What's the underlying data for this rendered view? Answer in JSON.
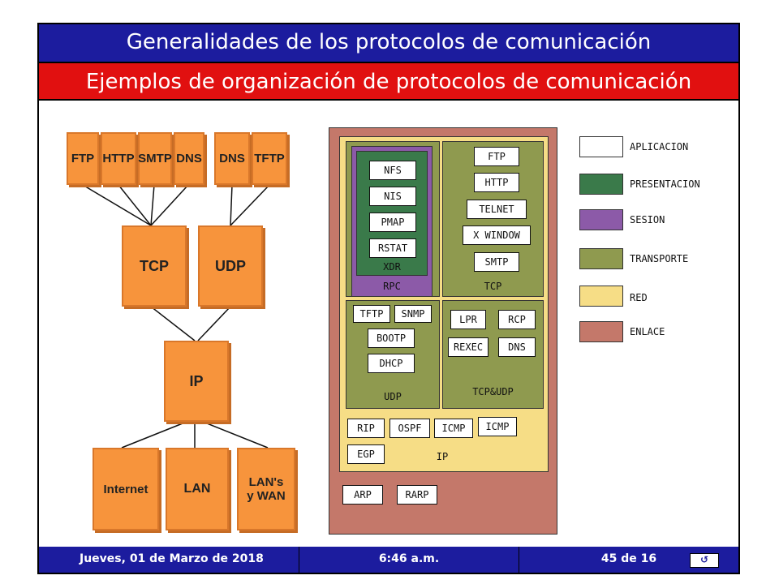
{
  "header": {
    "title": "Generalidades de los protocolos de comunicación",
    "subtitle": "Ejemplos de organización de protocolos de comunicación"
  },
  "left_diagram": {
    "top_protocols": [
      "FTP",
      "HTTP",
      "SMTP",
      "DNS",
      "DNS",
      "TFTP"
    ],
    "transport": [
      "TCP",
      "UDP"
    ],
    "network": "IP",
    "networks": [
      "Internet",
      "LAN",
      "LAN's\ny WAN"
    ]
  },
  "right_diagram": {
    "rpc_boxes": [
      "NFS",
      "NIS",
      "PMAP",
      "RSTAT"
    ],
    "xdr_label": "XDR",
    "rpc_label": "RPC",
    "tcp_boxes": [
      "FTP",
      "HTTP",
      "TELNET",
      "X WINDOW",
      "SMTP"
    ],
    "tcp_label": "TCP",
    "udp_boxes": [
      "TFTP",
      "SNMP",
      "BOOTP",
      "DHCP"
    ],
    "udp_label": "UDP",
    "tcpudp_boxes": [
      "LPR",
      "RCP",
      "REXEC",
      "DNS"
    ],
    "tcpudp_label": "TCP&UDP",
    "ip_boxes": [
      "RIP",
      "OSPF",
      "ICMP",
      "ICMP",
      "EGP"
    ],
    "ip_label": "IP",
    "link_boxes": [
      "ARP",
      "RARP"
    ]
  },
  "legend": [
    {
      "label": "APLICACION",
      "color": "#ffffff"
    },
    {
      "label": "PRESENTACION",
      "color": "#3a7a4a"
    },
    {
      "label": "SESION",
      "color": "#8c5aa8"
    },
    {
      "label": "TRANSPORTE",
      "color": "#8f9a4f"
    },
    {
      "label": "RED",
      "color": "#f6dd86"
    },
    {
      "label": "ENLACE",
      "color": "#c4786a"
    }
  ],
  "footer": {
    "date": "Jueves, 01 de Marzo de 2018",
    "time": "6:46 a.m.",
    "page": "45 de 16",
    "nav_symbol": "↺"
  }
}
